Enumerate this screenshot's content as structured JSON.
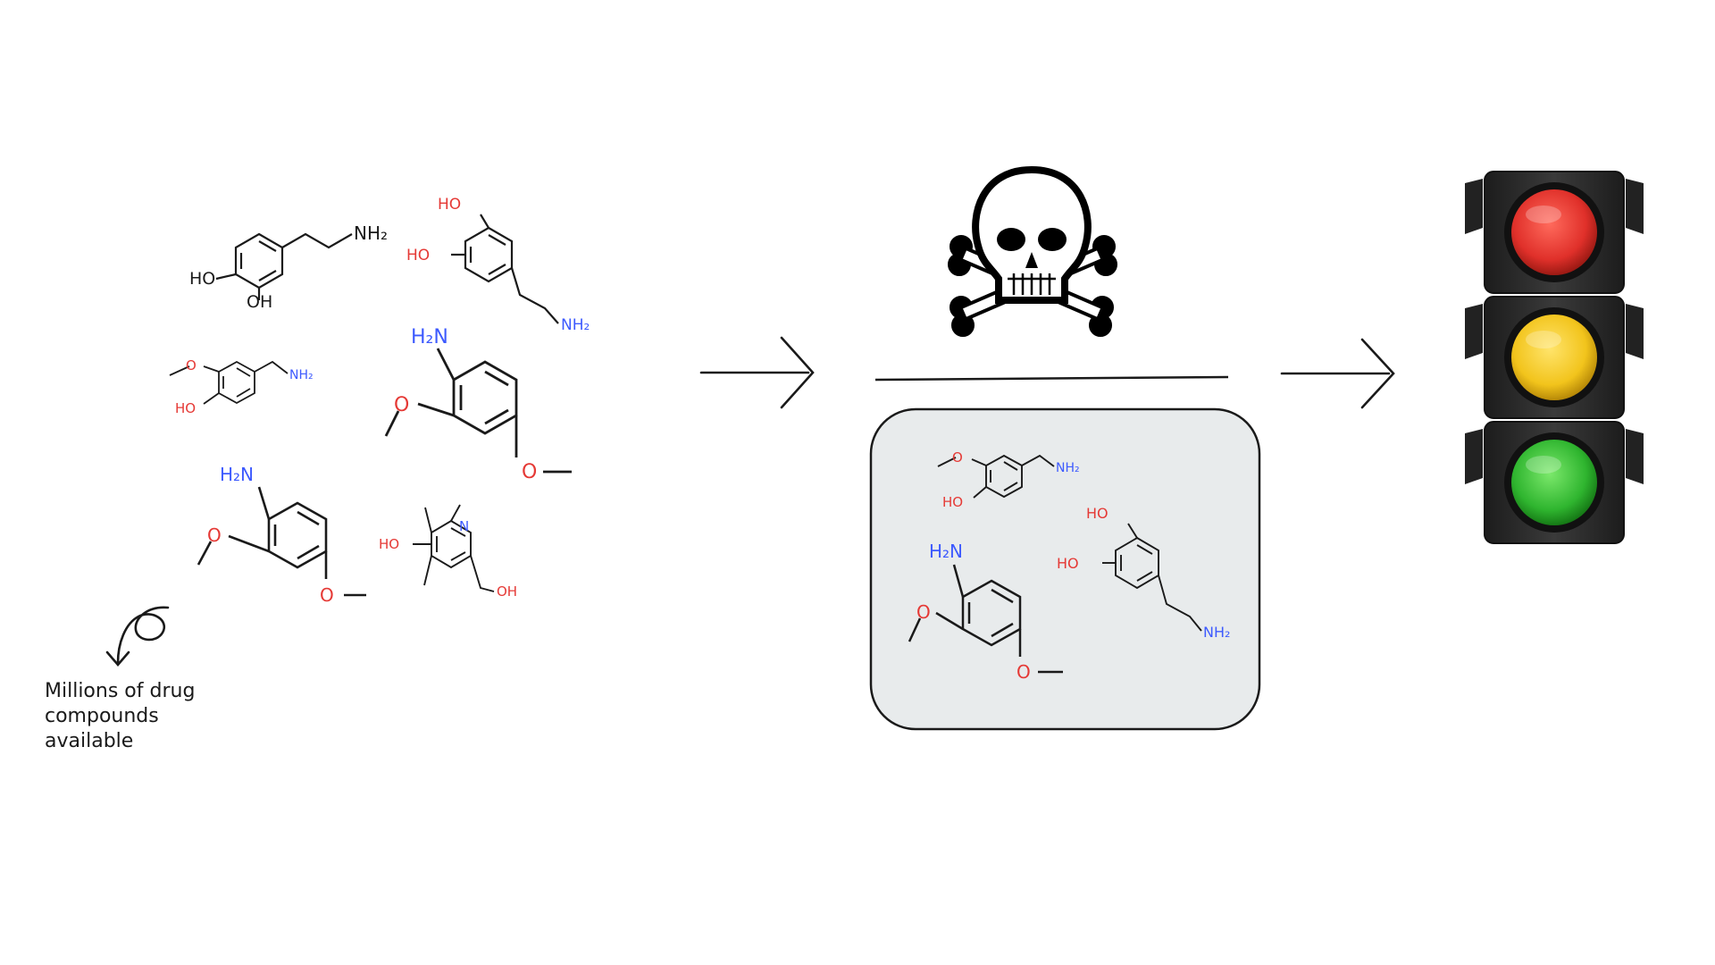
{
  "caption": {
    "lines": [
      "Millions of drug",
      "compounds",
      "available"
    ]
  },
  "icons": {
    "skull": "skull-and-crossbones-icon",
    "traffic_light": "traffic-light-icon",
    "arrow": "arrow-right-icon",
    "curly_arrow": "curly-arrow-down-icon"
  },
  "colors": {
    "ink": "#1a1a1a",
    "oxygen_red": "#e53935",
    "nitrogen_blue": "#3d5afe",
    "filter_box_fill": "#e8ebec",
    "light_red": "#e0302a",
    "light_yellow": "#f2c41c",
    "light_green": "#2fb52f",
    "housing": "#2c2c2c"
  },
  "labels": {
    "nh2": "NH₂",
    "h2n": "H₂N",
    "ho": "HO",
    "oh": "OH",
    "o": "O",
    "n": "N"
  }
}
